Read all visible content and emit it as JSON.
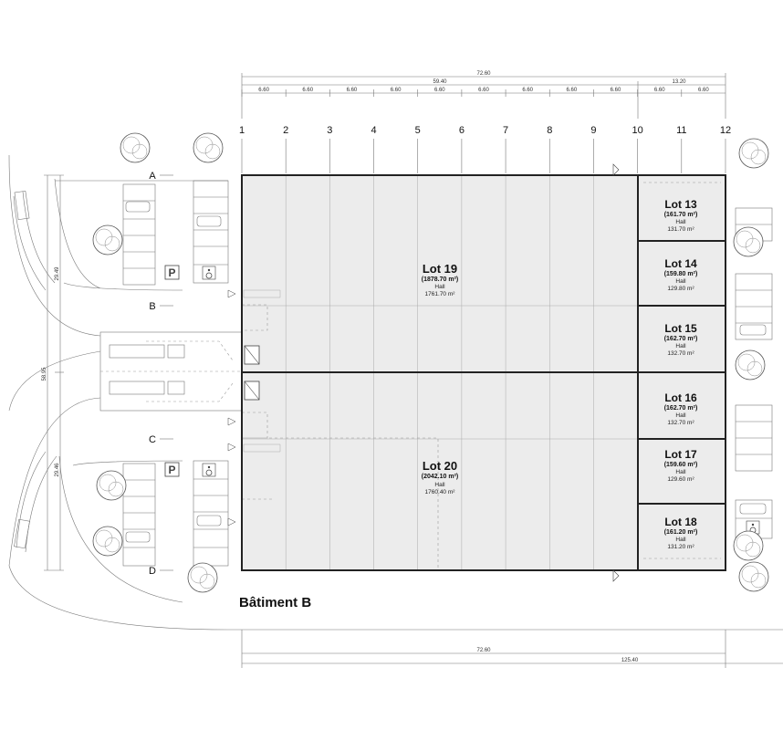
{
  "dimensions": {
    "overall_top": "72.60",
    "left_span": "59.40",
    "right_span": "13.20",
    "bays": [
      "6.60",
      "6.60",
      "6.60",
      "6.60",
      "6.60",
      "6.60",
      "6.60",
      "6.60",
      "6.60",
      "6.60",
      "6.60"
    ],
    "overall_bottom": "72.60",
    "site_bottom": "125.40",
    "vertical_total": "58.95",
    "vertical_upper": "29.49",
    "vertical_lower": "29.46"
  },
  "grid_columns": [
    "1",
    "2",
    "3",
    "4",
    "5",
    "6",
    "7",
    "8",
    "9",
    "10",
    "11",
    "12"
  ],
  "grid_rows": [
    "A",
    "B",
    "C",
    "D"
  ],
  "lots": [
    {
      "id": "lot19",
      "name": "Lot 19",
      "area": "(1878.70 m²)",
      "hall_label": "Hall",
      "hall_area": "1761.70 m²"
    },
    {
      "id": "lot20",
      "name": "Lot 20",
      "area": "(2042.10 m²)",
      "hall_label": "Hall",
      "hall_area": "1760.40 m²"
    },
    {
      "id": "lot13",
      "name": "Lot 13",
      "area": "(161.70 m²)",
      "hall_label": "Hall",
      "hall_area": "131.70 m²"
    },
    {
      "id": "lot14",
      "name": "Lot 14",
      "area": "(159.80 m²)",
      "hall_label": "Hall",
      "hall_area": "129.80 m²"
    },
    {
      "id": "lot15",
      "name": "Lot 15",
      "area": "(162.70 m²)",
      "hall_label": "Hall",
      "hall_area": "132.70 m²"
    },
    {
      "id": "lot16",
      "name": "Lot 16",
      "area": "(162.70 m²)",
      "hall_label": "Hall",
      "hall_area": "132.70 m²"
    },
    {
      "id": "lot17",
      "name": "Lot 17",
      "area": "(159.60 m²)",
      "hall_label": "Hall",
      "hall_area": "129.60 m²"
    },
    {
      "id": "lot18",
      "name": "Lot 18",
      "area": "(161.20 m²)",
      "hall_label": "Hall",
      "hall_area": "131.20 m²"
    }
  ],
  "parking_sign": "P",
  "accessible_icon": "wheelchair-icon",
  "building_title": "Bâtiment B",
  "colors": {
    "lot_fill": "#ececec",
    "wall": "#222222",
    "line": "#777777"
  }
}
